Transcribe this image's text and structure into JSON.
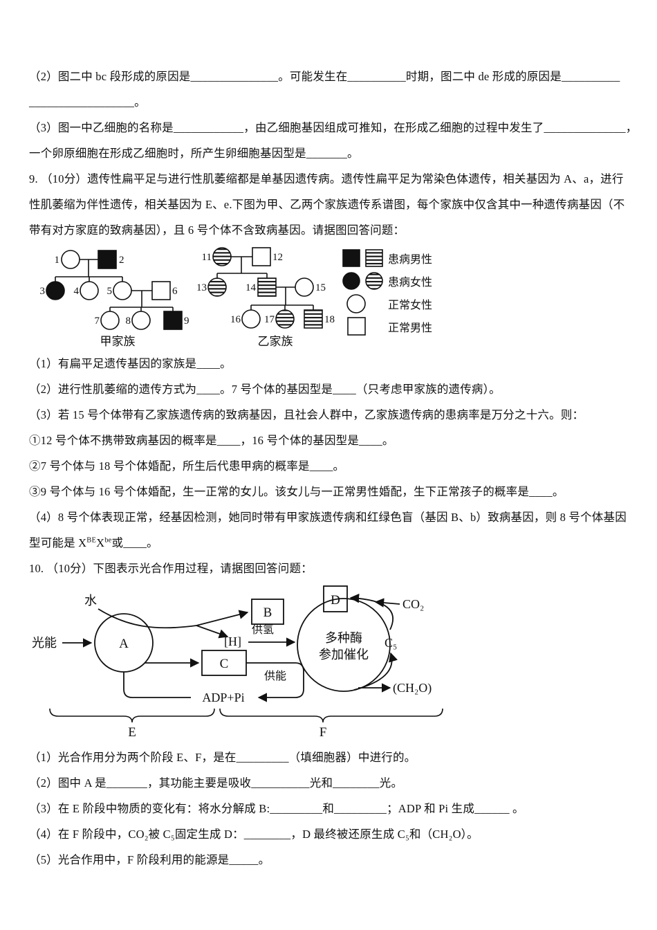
{
  "colors": {
    "ink": "#111111",
    "paper": "#ffffff"
  },
  "q8": {
    "lines": [
      "（2）图二中 bc 段形成的原因是_______________。可能发生在__________时期，图二中 de 形成的原因是__________",
      "__________________。",
      "（3）图一中乙细胞的名称是____________，由乙细胞基因组成可推知，在形成乙细胞的过程中发生了______________，",
      "一个卵原细胞在形成乙细胞时，所产生卵细胞基因型是_______。"
    ]
  },
  "q9": {
    "stem": [
      "9. （10分）遗传性扁平足与进行性肌萎缩都是单基因遗传病。遗传性扁平足为常染色体遗传，相关基因为 A、a，进行",
      "性肌萎缩为伴性遗传，相关基因为 E、e.下图为甲、乙两个家族遗传系谱图，每个家族中仅含其中一种遗传病基因（不",
      "带有对方家庭的致病基因），且 6 号个体不含致病基因。请据图回答问题："
    ],
    "pedigree": {
      "family_jia": {
        "caption": "甲家族",
        "members": [
          {
            "id": "1",
            "sex": "female",
            "status": "normal"
          },
          {
            "id": "2",
            "sex": "male",
            "status": "affected-solid"
          },
          {
            "id": "3",
            "sex": "female",
            "status": "affected-solid"
          },
          {
            "id": "4",
            "sex": "female",
            "status": "normal"
          },
          {
            "id": "5",
            "sex": "female",
            "status": "normal"
          },
          {
            "id": "6",
            "sex": "male",
            "status": "normal"
          },
          {
            "id": "7",
            "sex": "female",
            "status": "normal"
          },
          {
            "id": "8",
            "sex": "female",
            "status": "normal"
          },
          {
            "id": "9",
            "sex": "male",
            "status": "affected-solid"
          }
        ]
      },
      "family_yi": {
        "caption": "乙家族",
        "members": [
          {
            "id": "11",
            "sex": "female",
            "status": "affected-hatched"
          },
          {
            "id": "12",
            "sex": "male",
            "status": "normal"
          },
          {
            "id": "13",
            "sex": "female",
            "status": "affected-hatched"
          },
          {
            "id": "14",
            "sex": "male",
            "status": "affected-hatched"
          },
          {
            "id": "15",
            "sex": "female",
            "status": "normal"
          },
          {
            "id": "16",
            "sex": "female",
            "status": "normal"
          },
          {
            "id": "17",
            "sex": "female",
            "status": "affected-hatched"
          },
          {
            "id": "18",
            "sex": "male",
            "status": "affected-hatched"
          }
        ]
      },
      "legend": {
        "affected_male": "患病男性",
        "affected_female": "患病女性",
        "normal_female": "正常女性",
        "normal_male": "正常男性"
      }
    },
    "parts": {
      "p1": "（1）有扁平足遗传基因的家族是____。",
      "p2": "（2）进行性肌萎缩的遗传方式为____。7 号个体的基因型是____（只考虑甲家族的遗传病）。",
      "p3": "（3）若 15 号个体带有乙家族遗传病的致病基因，且社会人群中，乙家族遗传病的患病率是万分之十六。则：",
      "p3_1": "①12 号个体不携带致病基因的概率是____，16 号个体的基因型是____。",
      "p3_2": "②7 号个体与 18 号个体婚配，所生后代患甲病的概率是____。",
      "p3_3": "③9 号个体与 16 号个体婚配，生一正常的女儿。该女儿与一正常男性婚配，生下正常孩子的概率是____。",
      "p4_line1": "（4）8 号个体表现正常，经基因检测，她同时带有甲家族遗传病和红绿色盲（基因 B、b）致病基因，则 8 号个体基因",
      "p4_pre": "型可能是 X",
      "p4_sup1": "BE",
      "p4_mid": "X",
      "p4_sup2": "be",
      "p4_post": "或____。"
    }
  },
  "q10": {
    "stem": "10. （10分）下图表示光合作用过程，请据图回答问题：",
    "diagram": {
      "water": "水",
      "light": "光能",
      "a": "A",
      "b": "B",
      "c": "C",
      "d": "D",
      "h": "[H]",
      "supply_h": "供氢",
      "supply_e": "供能",
      "adp": "ADP+Pi",
      "co2": "CO₂",
      "c5": "C₅",
      "ch2o": "(CH₂O)",
      "enzyme_line1": "多种酶",
      "enzyme_line2": "参加催化",
      "stage_e": "E",
      "stage_f": "F"
    },
    "parts": {
      "p1": "（1）光合作用分为两个阶段 E、F，是在_________（填细胞器）中进行的。",
      "p2": "（2）图中 A 是_______，其功能主要是吸收__________光和________光。",
      "p3": "（3）在 E 阶段中物质的变化有：将水分解成 B:_________和_________；ADP 和 Pi 生成______ 。",
      "p4": "（4）在 F 阶段中，CO₂被 C₅固定生成 D：________，D 最终被还原生成 C₅和（CH₂O）。",
      "p5": "（5）光合作用中，F 阶段利用的能源是_____。"
    }
  }
}
